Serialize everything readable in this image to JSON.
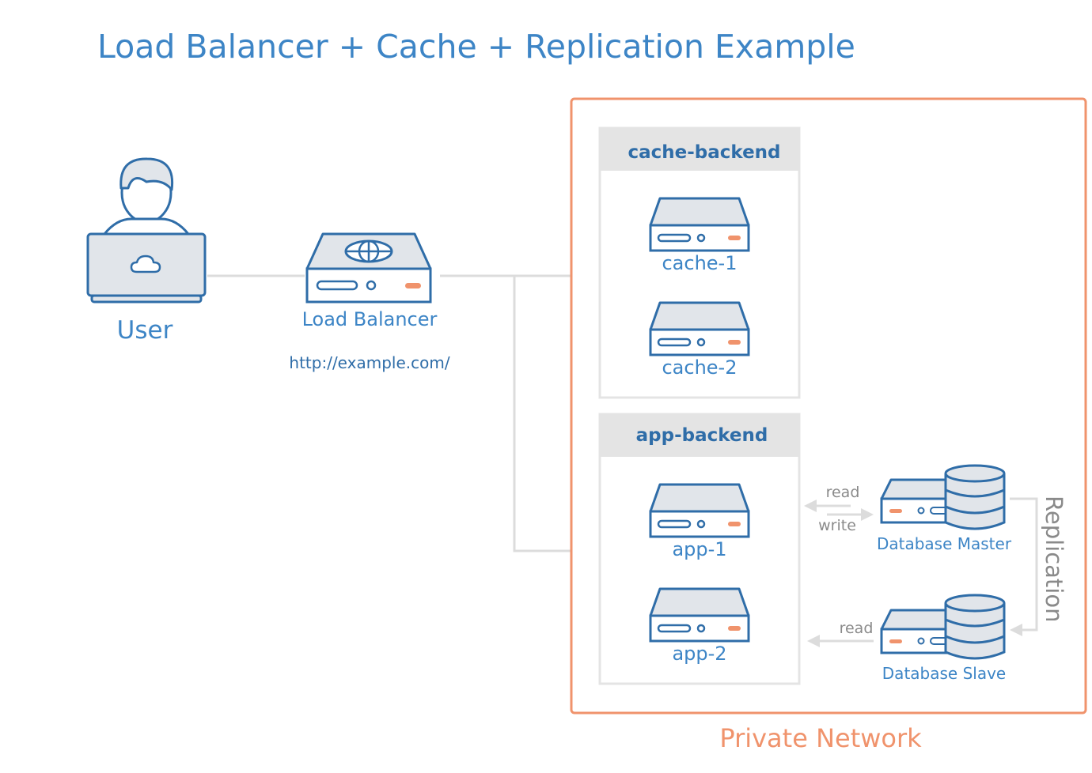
{
  "title": "Load Balancer + Cache + Replication Example",
  "user": {
    "label": "User",
    "icon": "user-laptop-icon"
  },
  "load_balancer": {
    "label": "Load Balancer",
    "url": "http://example.com/",
    "icon": "globe-server-icon"
  },
  "private_network": {
    "label": "Private Network"
  },
  "cache_backend": {
    "title": "cache-backend",
    "servers": [
      "cache-1",
      "cache-2"
    ]
  },
  "app_backend": {
    "title": "app-backend",
    "servers": [
      "app-1",
      "app-2"
    ]
  },
  "database_master": {
    "label": "Database Master",
    "read_label": "read",
    "write_label": "write"
  },
  "database_slave": {
    "label": "Database Slave",
    "read_label": "read"
  },
  "replication": {
    "label": "Replication"
  },
  "colors": {
    "primary_blue": "#3d85c6",
    "dark_blue": "#2f6da8",
    "network_orange": "#f0936c",
    "server_fill": "#e1e5ea",
    "connector_gray": "#dcdcdc",
    "group_header": "#e4e4e4"
  }
}
